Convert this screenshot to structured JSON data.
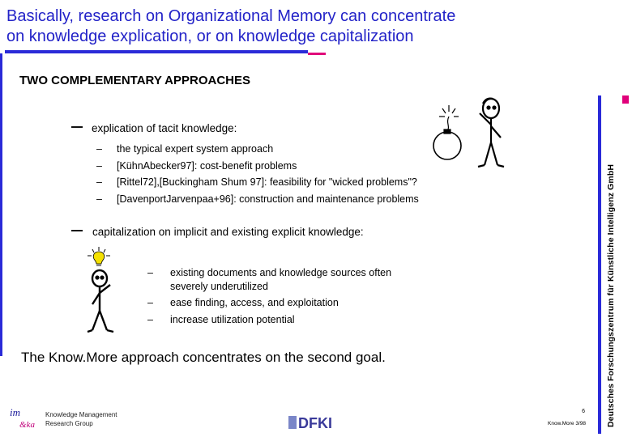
{
  "slide": {
    "title_lines": [
      "Basically, research on Organizational Memory can concentrate",
      "on knowledge explication, or on knowledge capitalization"
    ],
    "subheading": "TWO COMPLEMENTARY APPROACHES",
    "bullets": [
      {
        "text": "explication of tacit knowledge:",
        "subitems": [
          "the typical expert system approach",
          "[KühnAbecker97]: cost-benefit problems",
          "[Rittel72],[Buckingham Shum 97]: feasibility for \"wicked problems\"?",
          "[DavenportJarvenpaa+96]: construction and maintenance problems"
        ]
      },
      {
        "text": "capitalization on implicit and existing explicit knowledge:",
        "subitems": [
          [
            "existing documents and knowledge sources often",
            "severely underutilized"
          ],
          [
            "ease finding, access, and exploitation"
          ],
          [
            "increase utilization potential"
          ]
        ]
      }
    ],
    "dash": "–",
    "conclusion": "The Know.More approach concentrates on the second goal.",
    "side_label": "Deutsches Forschungszentrum für Künstliche Intelligenz GmbH",
    "footer": {
      "logo_text": "im",
      "logo_subtext": "&ka",
      "group_lines": [
        "Knowledge Management",
        "Research Group"
      ],
      "dfki_logo": "DFKI",
      "page_number": "6",
      "page_ref": "Know.More  3/98"
    },
    "colors": {
      "title": "#2323c8",
      "rule": "#2a2ad8",
      "accent": "#e0007a"
    },
    "icons": [
      "bomb-clipart-icon",
      "stick-figure-idea-icon",
      "lightbulb-stick-figure-icon"
    ]
  }
}
